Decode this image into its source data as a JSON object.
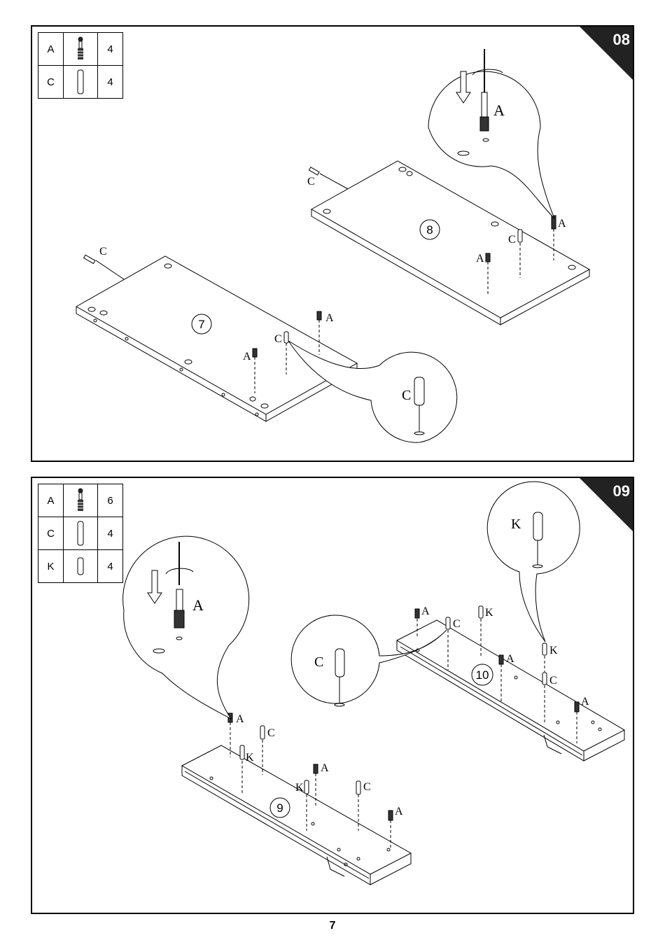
{
  "steps": [
    {
      "number": "08",
      "parts": [
        {
          "letter": "A",
          "icon": "cam-bolt-icon",
          "qty": "4"
        },
        {
          "letter": "C",
          "icon": "dowel-icon",
          "qty": "4"
        }
      ],
      "panels": [
        "7",
        "8"
      ],
      "callouts": {
        "bolt": "A",
        "dowel": "C",
        "side_dowel": "C"
      }
    },
    {
      "number": "09",
      "parts": [
        {
          "letter": "A",
          "icon": "cam-bolt-icon",
          "qty": "6"
        },
        {
          "letter": "C",
          "icon": "dowel-icon",
          "qty": "4"
        },
        {
          "letter": "K",
          "icon": "short-dowel-icon",
          "qty": "4"
        }
      ],
      "panels": [
        "9",
        "10"
      ],
      "callouts": {
        "bolt": "A",
        "dowel": "C",
        "short_dowel": "K"
      }
    }
  ],
  "page_number": "7"
}
